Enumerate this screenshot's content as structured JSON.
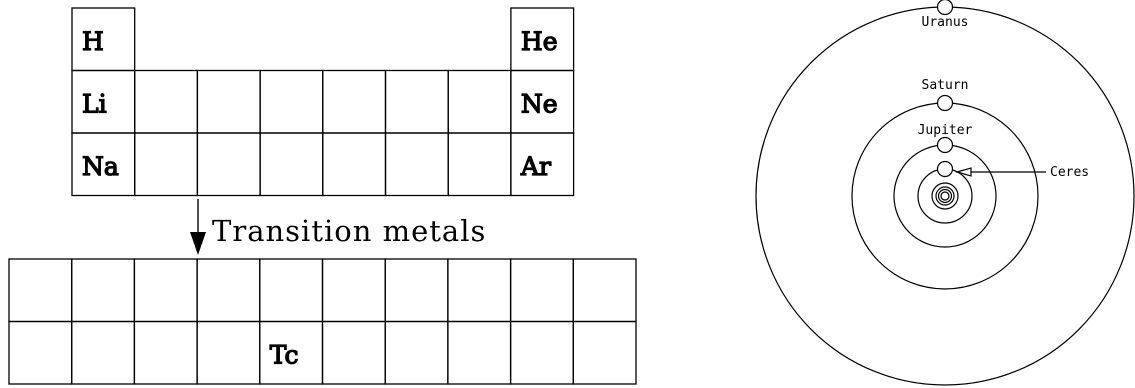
{
  "periodic_table": {
    "top_rows": [
      [
        "H",
        null,
        null,
        null,
        null,
        null,
        null,
        "He"
      ],
      [
        "Li",
        "",
        "",
        "",
        "",
        "",
        "",
        "Ne"
      ],
      [
        "Na",
        "",
        "",
        "",
        "",
        "",
        "",
        "Ar"
      ]
    ],
    "transition_label": "Transition metals",
    "bottom_rows": [
      [
        "",
        "",
        "",
        "",
        "",
        "",
        "",
        "",
        "",
        ""
      ],
      [
        "",
        "",
        "",
        "",
        "Tc",
        "",
        "",
        "",
        "",
        ""
      ]
    ]
  },
  "solar_system": {
    "labels": {
      "uranus": "Uranus",
      "saturn": "Saturn",
      "jupiter": "Jupiter",
      "ceres": "Ceres"
    }
  }
}
